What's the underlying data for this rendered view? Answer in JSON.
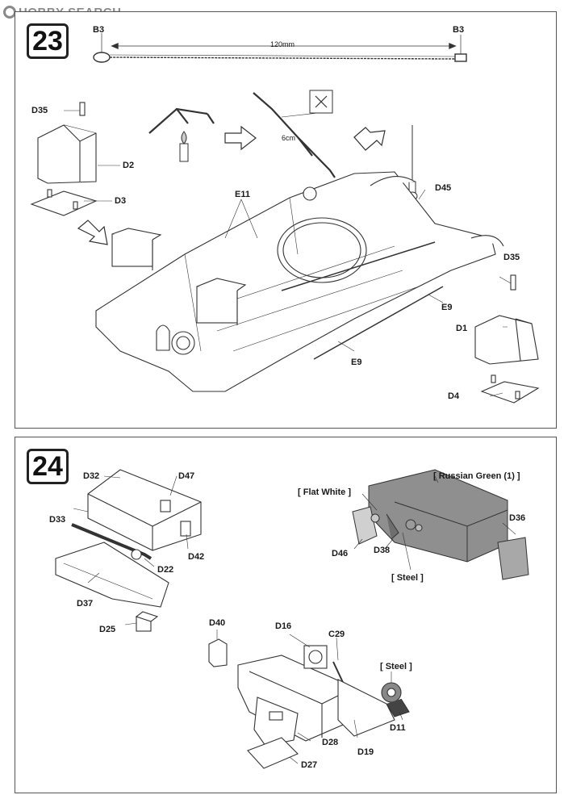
{
  "watermark": {
    "brand": "HOBBY SEARCH"
  },
  "steps": [
    {
      "number": "23",
      "labels": {
        "b3_left": "B3",
        "b3_right": "B3",
        "cable_length": "120mm",
        "bend_length": "6cm",
        "d35_left": "D35",
        "d2": "D2",
        "d3": "D3",
        "e11": "E11",
        "d45": "D45",
        "d35_right": "D35",
        "d1": "D1",
        "d4": "D4",
        "e9_right": "E9",
        "e9_bottom": "E9"
      }
    },
    {
      "number": "24",
      "labels": {
        "d32": "D32",
        "d47": "D47",
        "d33": "D33",
        "d42": "D42",
        "d22": "D22",
        "d37": "D37",
        "d25": "D25",
        "flat_white": "[ Flat White ]",
        "russian_green": "[ Russian Green (1) ]",
        "d36": "D36",
        "d46": "D46",
        "d38": "D38",
        "steel_top": "[ Steel ]",
        "d40": "D40",
        "d16": "D16",
        "c29": "C29",
        "steel_bottom": "[ Steel ]",
        "d11": "D11",
        "d28": "D28",
        "d19": "D19",
        "d27": "D27"
      }
    }
  ],
  "icons": {
    "bend-arrow": "block-arrow",
    "heat": "candle-flame",
    "cut": "scissors"
  }
}
